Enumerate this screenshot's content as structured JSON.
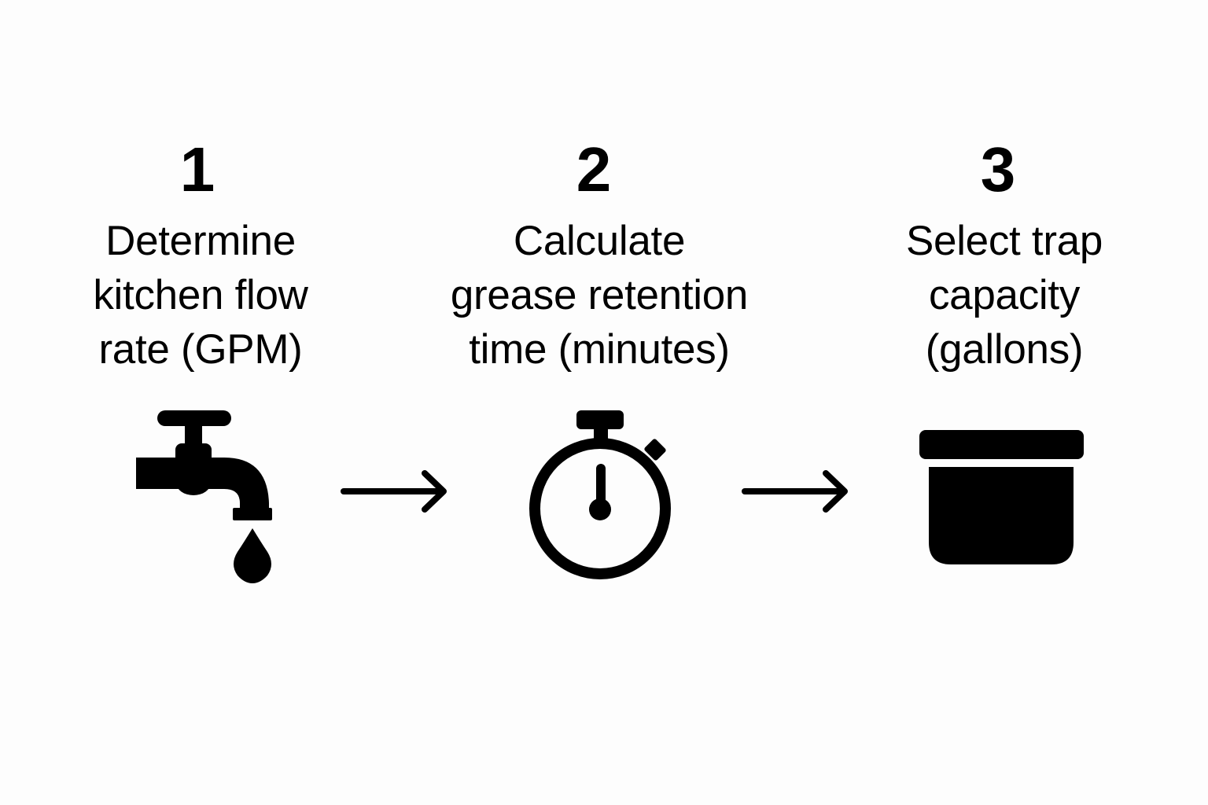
{
  "diagram": {
    "type": "process-flow",
    "direction": "left-to-right",
    "steps": [
      {
        "number": "1",
        "label_lines": [
          "Determine",
          "kitchen flow",
          "rate (GPM)"
        ],
        "icon": "faucet-icon"
      },
      {
        "number": "2",
        "label_lines": [
          "Calculate",
          "grease retention",
          "time (minutes)"
        ],
        "icon": "stopwatch-icon"
      },
      {
        "number": "3",
        "label_lines": [
          "Select trap",
          "capacity",
          "(gallons)"
        ],
        "icon": "container-icon"
      }
    ],
    "connectors": [
      {
        "from": "1",
        "to": "2",
        "icon": "arrow-right-icon"
      },
      {
        "from": "2",
        "to": "3",
        "icon": "arrow-right-icon"
      }
    ],
    "colors": {
      "foreground": "#000000",
      "background": "#fdfdfd"
    }
  }
}
